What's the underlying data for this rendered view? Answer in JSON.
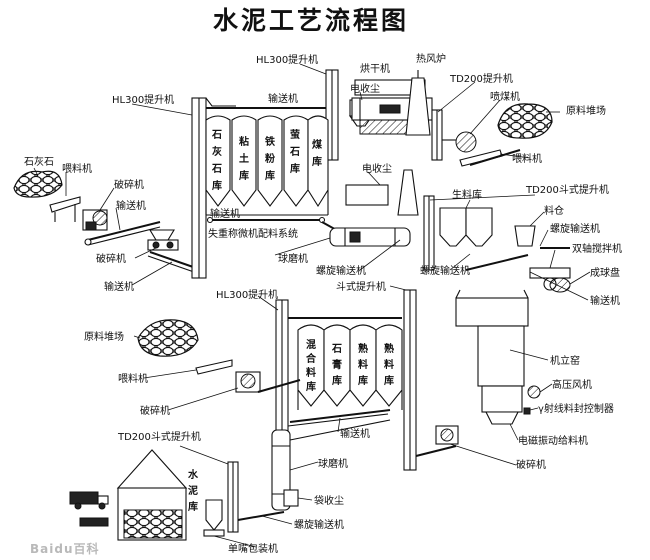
{
  "title": "水泥工艺流程图",
  "labels": {
    "hl300_top": "HL300提升机",
    "hl300_left": "HL300提升机",
    "hl300_mid": "HL300提升机",
    "conveyor_top": "输送机",
    "dryer": "烘干机",
    "hot_furnace": "热风炉",
    "dust_top": "电收尘",
    "td200_top": "TD200提升机",
    "coal_mill": "喷煤机",
    "raw_yard_top": "原料堆场",
    "feeder_right": "喂料机",
    "limestone": "石灰石",
    "feeder_left": "喂料机",
    "crusher_left": "破碎机",
    "conveyor_left": "输送机",
    "crusher_left2": "破碎机",
    "conveyor_left2": "输送机",
    "conveyor_silos": "输送机",
    "batching": "失重称微机配料系统",
    "dust_mid": "电收尘",
    "raw_silo": "生料库",
    "td200_bucket": "TD200斗式提升机",
    "bin": "料仓",
    "screw_right": "螺旋输送机",
    "mixer": "双轴搅拌机",
    "pelletizer": "成球盘",
    "conveyor_right": "输送机",
    "ball_mill_top": "球磨机",
    "screw_mid1": "螺旋输送机",
    "screw_mid2": "螺旋输送机",
    "bucket_elev": "斗式提升机",
    "raw_yard_bottom": "原料堆场",
    "feeder_bottom": "喂料机",
    "crusher_bottom": "破碎机",
    "td200_bottom": "TD200斗式提升机",
    "conveyor_bottom": "输送机",
    "ball_mill_bottom": "球磨机",
    "bag_dust": "袋收尘",
    "screw_bottom": "螺旋输送机",
    "packer": "单嘴包装机",
    "shaft_kiln": "机立窑",
    "blower": "高压风机",
    "ray_control": "γ射线料封控制器",
    "vib_feeder": "电磁振动给料机",
    "crusher_right": "破碎机",
    "watermark": "Baidu百科"
  },
  "silos_top": [
    "石灰石库",
    "粘土库",
    "铁粉库",
    "萤石库",
    "煤库"
  ],
  "silos_bottom": [
    "混合料库",
    "石膏库",
    "熟料库",
    "熟料库"
  ],
  "cement_store": "水泥库"
}
